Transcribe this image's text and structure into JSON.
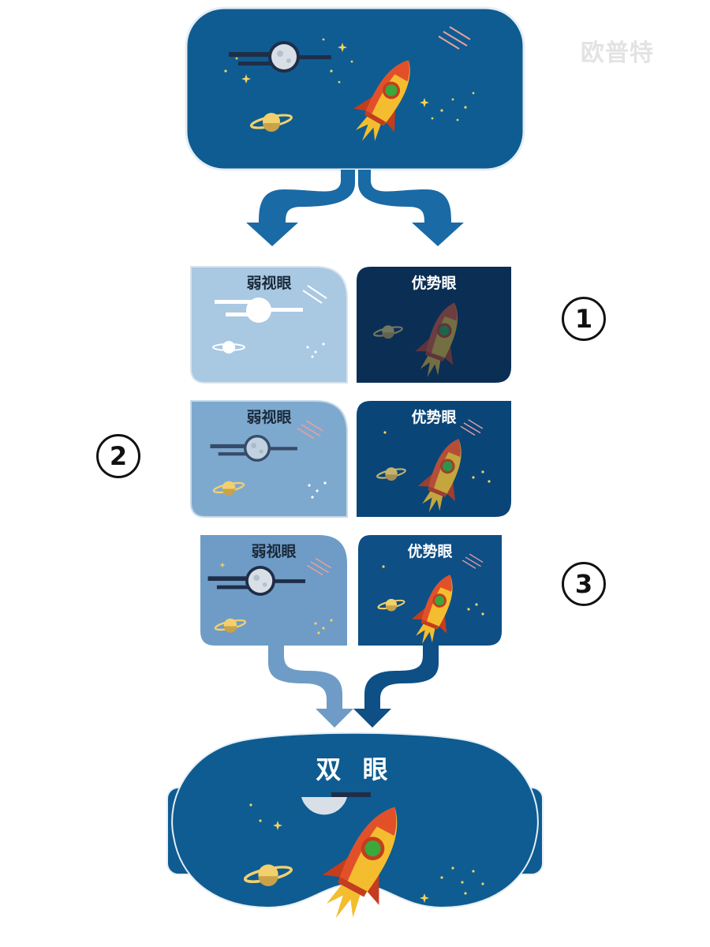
{
  "watermark": "欧普特",
  "panels": {
    "weak_eye_label": "弱视眼",
    "dominant_eye_label": "优势眼"
  },
  "steps": [
    {
      "number": "1",
      "weak_label": "弱视眼",
      "dominant_label": "优势眼"
    },
    {
      "number": "2",
      "weak_label": "弱视眼",
      "dominant_label": "优势眼"
    },
    {
      "number": "3",
      "weak_label": "弱视眼",
      "dominant_label": "优势眼"
    }
  ],
  "step_markers": [
    "①",
    "②",
    "③"
  ],
  "goggles_label": "双 眼",
  "colors": {
    "main_blue": "#0e5c91",
    "dark_blue": "#0b2e55",
    "mid_dark_blue": "#0a4578",
    "light_blue_1": "#a9c8e2",
    "light_blue_2": "#7ea9cf",
    "light_blue_3": "#6e9cc6",
    "rocket_red": "#e2502a",
    "rocket_yellow": "#f4bd2f",
    "window_green": "#3aa83a",
    "saturn_yellow": "#f2d06d"
  }
}
